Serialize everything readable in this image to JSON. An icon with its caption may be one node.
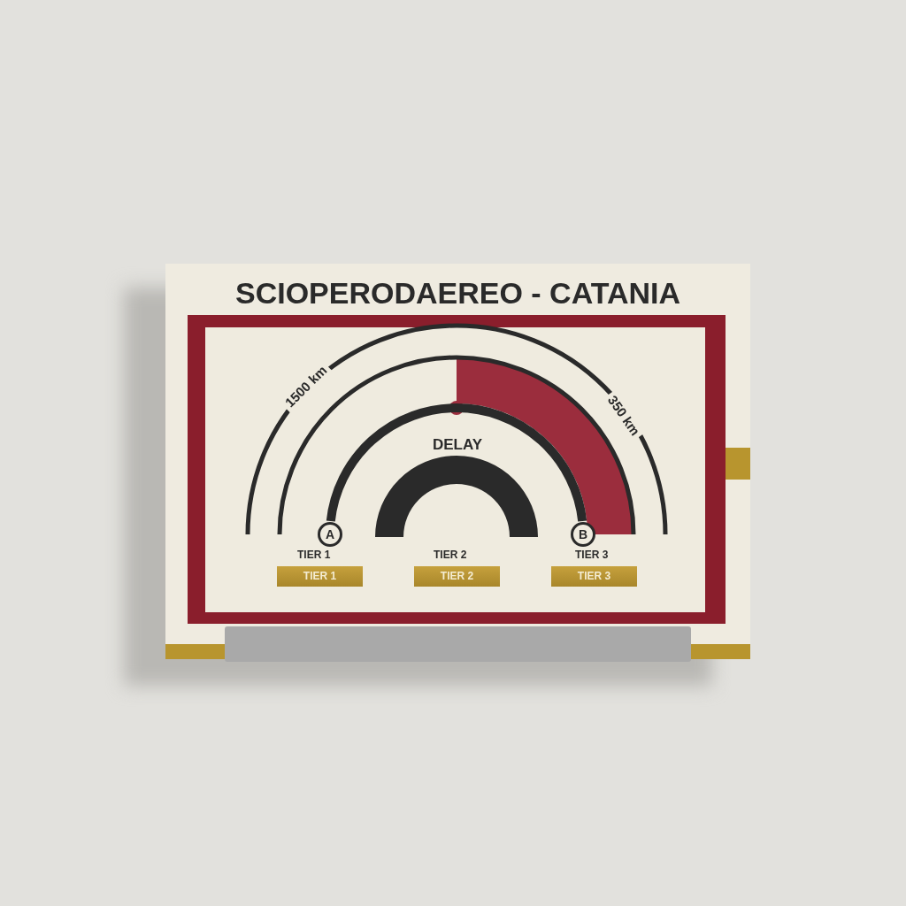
{
  "diagram": {
    "title": "SCIOPERODAEREO - CATANIA",
    "nodes": [
      {
        "text": [
          "A"
        ]
      },
      {
        "text": [
          "B"
        ]
      },
      {
        "text": [
          "TIER 1"
        ]
      },
      {
        "text": [
          "TIER 2"
        ]
      },
      {
        "text": [
          "TIER 3"
        ]
      }
    ],
    "edges": [
      {
        "from": 0,
        "to": 1,
        "arrow": "none"
      }
    ],
    "labels": [
      "1500 km",
      "350 km",
      "DELAY",
      "TIER 1",
      "TIER 2",
      "TIER 3"
    ]
  }
}
